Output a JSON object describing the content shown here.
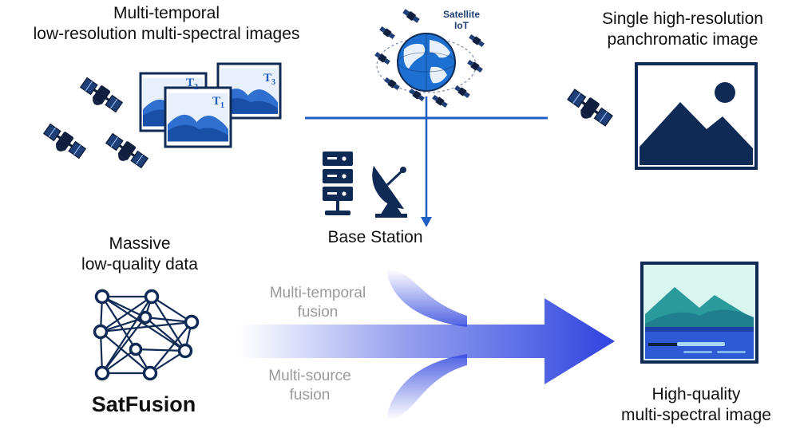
{
  "labels": {
    "lr_title_line1": "Multi-temporal",
    "lr_title_line2": "low-resolution multi-spectral images",
    "hr_title_line1": "Single high-resolution",
    "hr_title_line2": "panchromatic image",
    "iot_line1": "Satellite",
    "iot_line2": "IoT",
    "base_station": "Base Station",
    "massive_line1": "Massive",
    "massive_line2": "low-quality data",
    "brand": "SatFusion",
    "temporal_line1": "Multi-temporal",
    "temporal_line2": "fusion",
    "source_line1": "Multi-source",
    "source_line2": "fusion",
    "output_line1": "High-quality",
    "output_line2": "multi-spectral image"
  },
  "frame_tags": {
    "t1": "T",
    "t1_sub": "1",
    "t2": "T",
    "t2_sub": "2",
    "t3": "T",
    "t3_sub": "3"
  },
  "icons": [
    "satellite-icon",
    "globe-icon",
    "mountain-image-icon",
    "server-icon",
    "satellite-dish-icon",
    "network-icon",
    "output-image-icon"
  ],
  "colors": {
    "navy": "#0f2a55",
    "blue": "#1f5fc4",
    "arrow": "#3a4fe0",
    "gray_text": "#9a9a9a"
  }
}
